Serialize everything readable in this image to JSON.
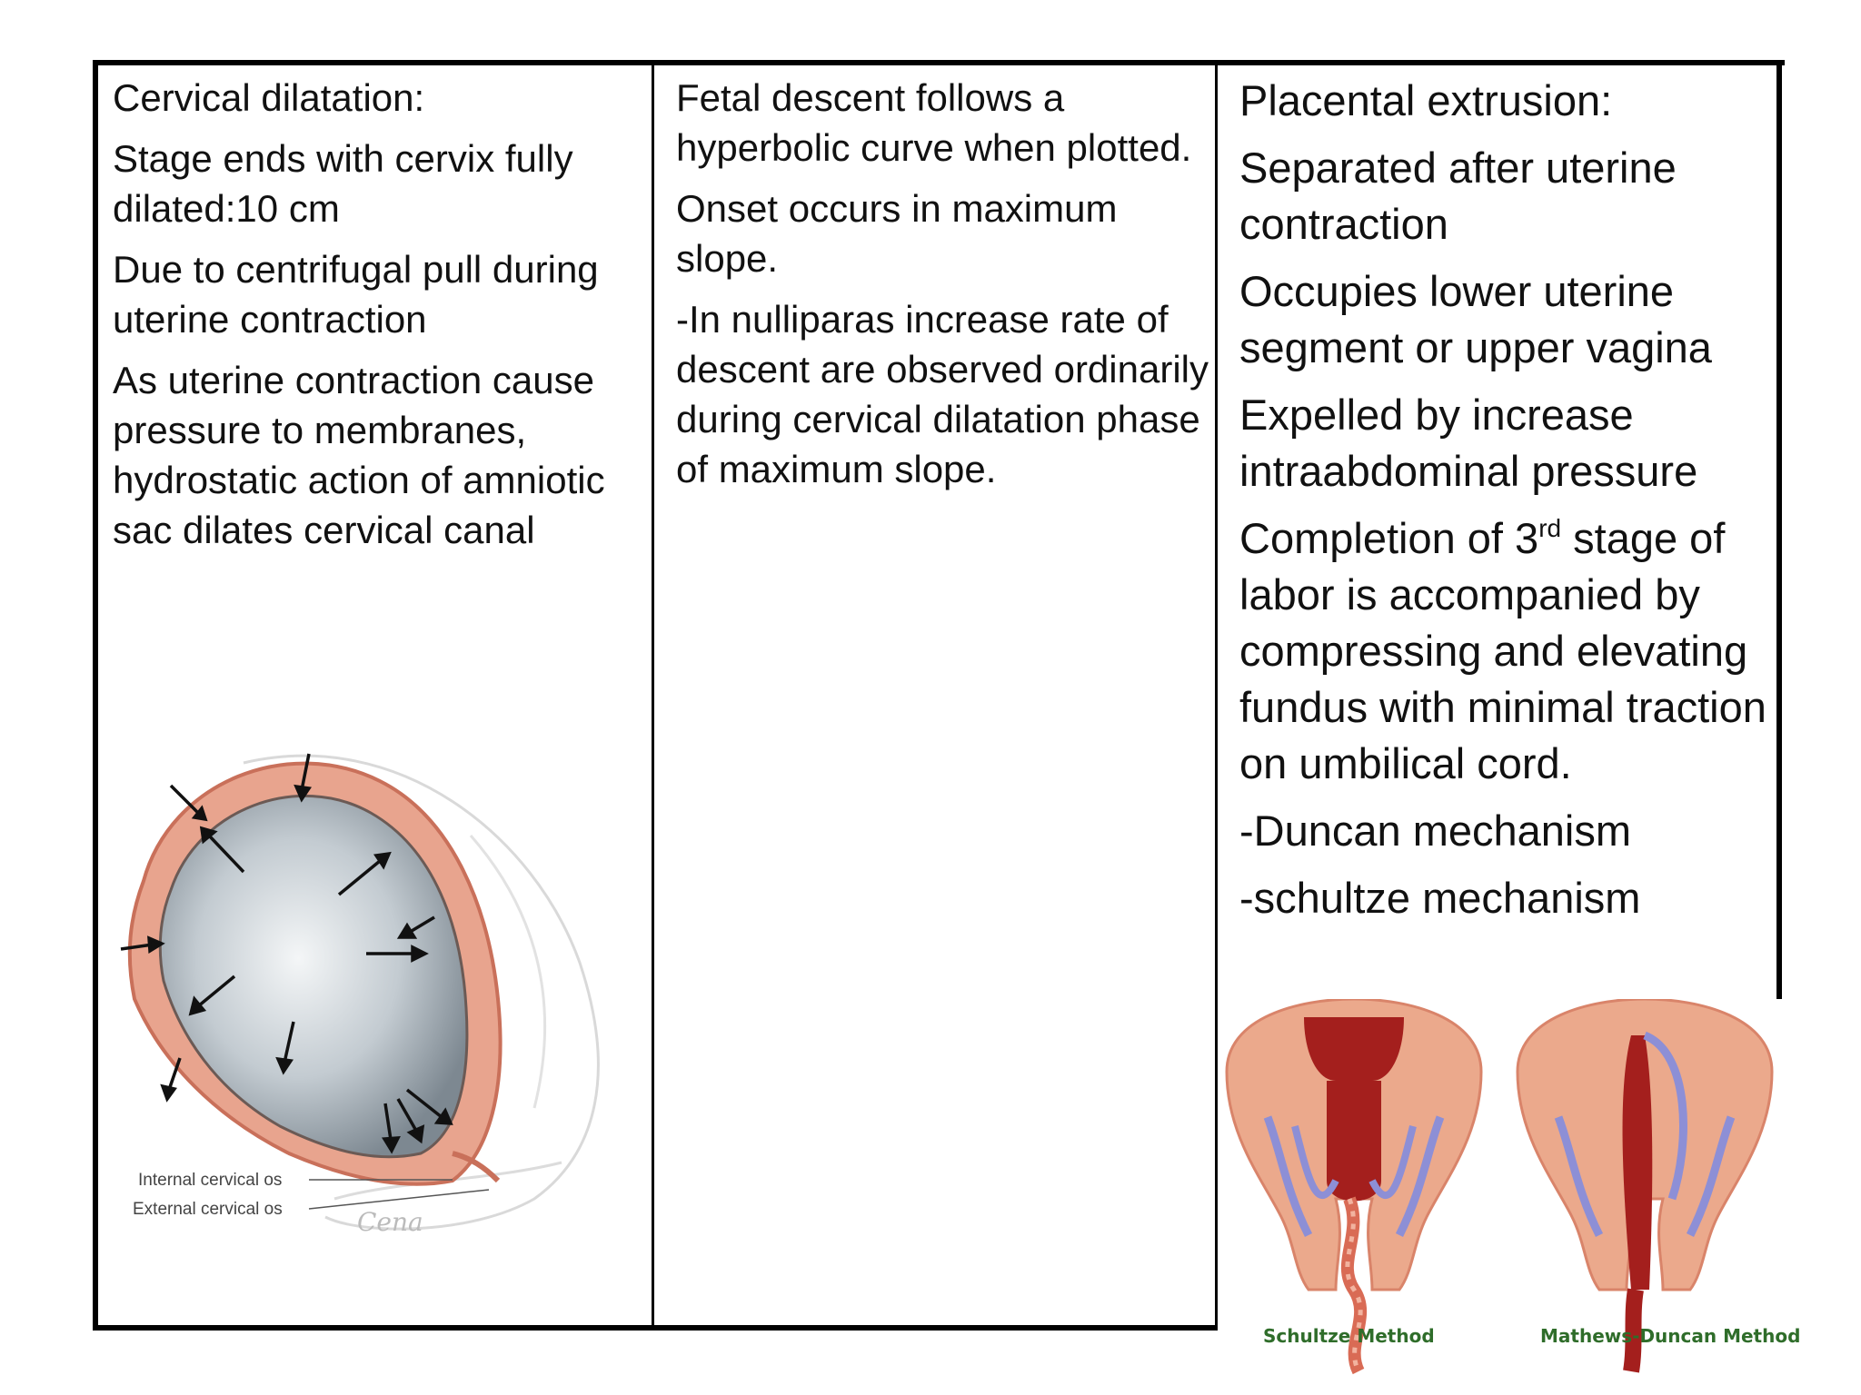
{
  "columns": {
    "col1": {
      "p1": "Cervical dilatation:",
      "p2": "Stage ends with cervix fully dilated:10 cm",
      "p3": "Due to centrifugal pull during uterine contraction",
      "p4": "As uterine contraction cause pressure to membranes, hydrostatic action of amniotic sac dilates cervical canal"
    },
    "col2": {
      "p1": "Fetal descent follows a hyperbolic curve when plotted.",
      "p2": "Onset occurs in maximum slope.",
      "p3": "-In nulliparas increase rate of descent are observed ordinarily during cervical dilatation phase of maximum slope."
    },
    "col3": {
      "p1": "Placental extrusion:",
      "p2": "Separated after uterine contraction",
      "p3": "Occupies lower uterine segment or upper vagina",
      "p4": "Expelled by increase intraabdominal pressure",
      "p5_pre": "Completion of 3",
      "p5_sup": "rd",
      "p5_post": " stage of labor is accompanied by compressing and elevating fundus with minimal traction on umbilical cord.",
      "p6": "-Duncan mechanism",
      "p7": "-schultze mechanism"
    }
  },
  "figure_left": {
    "label_internal": "Internal cervical os",
    "label_external": "External cervical os",
    "signature": "Cena"
  },
  "figure_right": {
    "label_left": "Schultze Method",
    "label_right": "Mathews-Duncan Method"
  },
  "colors": {
    "uterine_wall": "#e8a48e",
    "wall_edge": "#c9705a",
    "placenta": "#b5231f",
    "membrane": "#8d8fd6",
    "amniotic_sac": "#b9c2c9",
    "label_green": "#2f6d2a"
  }
}
